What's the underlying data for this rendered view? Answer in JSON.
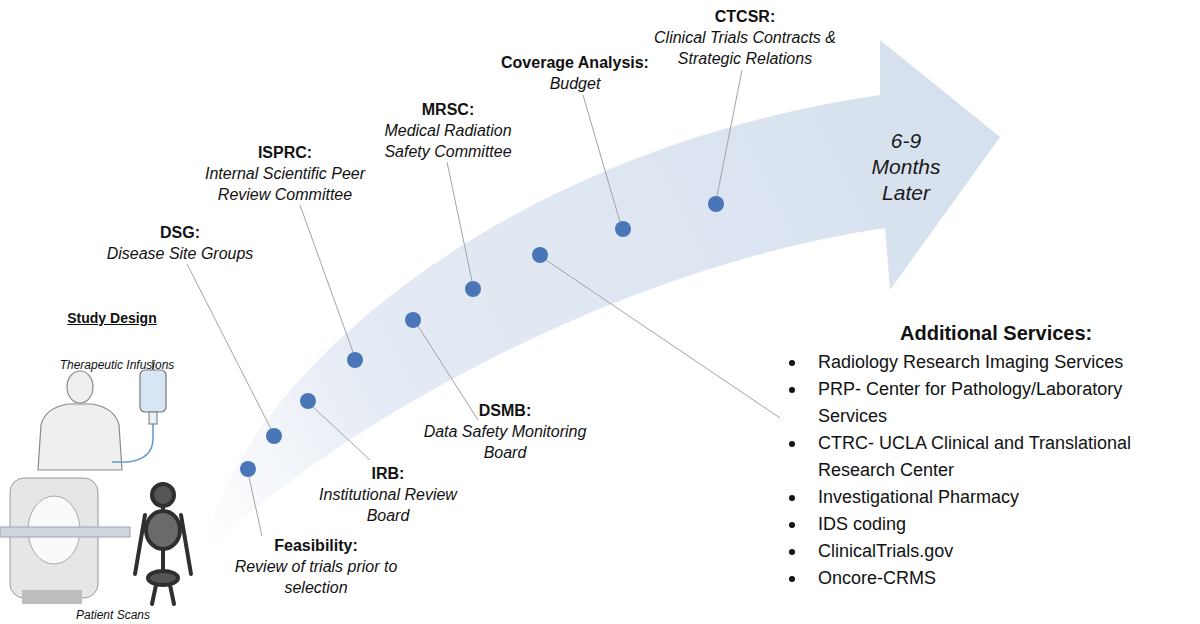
{
  "diagram": {
    "nodes": [
      {
        "text": [
          "6-9 Months Later"
        ]
      },
      {
        "text": [
          "Feasibility:",
          "Review of trials prior to selection"
        ]
      },
      {
        "text": [
          "DSG:",
          "Disease Site Groups"
        ]
      },
      {
        "text": [
          "IRB:",
          "Institutional Review Board"
        ]
      },
      {
        "text": [
          "ISPRC:",
          "Internal Scientific Peer Review Committee"
        ]
      },
      {
        "text": [
          "DSMB:",
          "Data Safety Monitoring Board"
        ]
      },
      {
        "text": [
          "MRSC:",
          "Medical Radiation Safety Committee"
        ]
      },
      {
        "text": [
          "Additional Services:",
          "Radiology Research Imaging Services",
          "PRP- Center for Pathology/Laboratory Services",
          "CTRC- UCLA Clinical and Translational Research Center",
          "Investigational Pharmacy",
          "IDS coding",
          "ClinicalTrials.gov",
          "Oncore-CRMS"
        ]
      },
      {
        "text": [
          "Coverage Analysis:",
          "Budget"
        ]
      },
      {
        "text": [
          "CTCSR:",
          "Clinical Trials Contracts & Strategic Relations"
        ]
      }
    ],
    "labels": [
      "Study Design",
      "Therapeutic Infusions",
      "Patient Scans"
    ]
  }
}
